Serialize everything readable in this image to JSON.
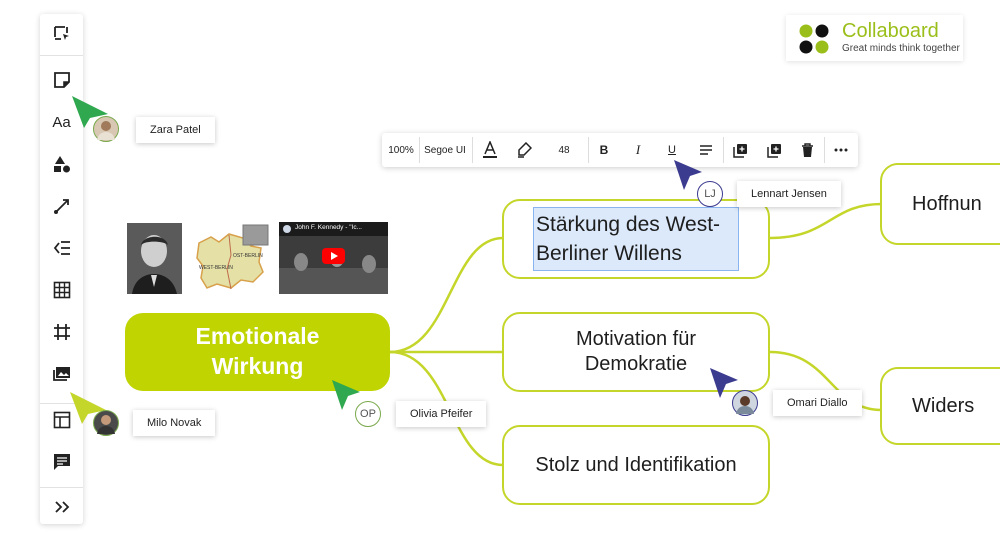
{
  "app": {
    "logo_title": "Collaboard",
    "logo_tagline": "Great minds think together",
    "accent": "#c5d62a",
    "central_fill": "#bfd400"
  },
  "sidebar": {
    "tools": [
      {
        "name": "select-tool",
        "icon": "select-icon"
      },
      {
        "name": "sticky-note-tool",
        "icon": "sticky-note-icon"
      },
      {
        "name": "text-tool",
        "icon": "text-icon",
        "label": "Aa"
      },
      {
        "name": "shapes-tool",
        "icon": "shapes-icon"
      },
      {
        "name": "connector-tool",
        "icon": "connector-icon"
      },
      {
        "name": "mindmap-tool",
        "icon": "mindmap-icon"
      },
      {
        "name": "table-tool",
        "icon": "table-icon"
      },
      {
        "name": "frame-tool",
        "icon": "frame-icon"
      },
      {
        "name": "media-tool",
        "icon": "images-icon"
      },
      {
        "name": "template-tool",
        "icon": "template-icon"
      },
      {
        "name": "chat-tool",
        "icon": "chat-icon"
      },
      {
        "name": "expand-tool",
        "icon": "expand-icon"
      }
    ]
  },
  "format_toolbar": {
    "zoom": "100%",
    "font": "Segoe UI",
    "font_size": "48",
    "bold": "B",
    "italic": "I",
    "underline": "U"
  },
  "mindmap": {
    "central": "Emotionale Wirkung",
    "nodes": [
      {
        "id": "n1",
        "text": "Stärkung des West-Berliner Willens",
        "selected": true
      },
      {
        "id": "n2",
        "text": "Motivation für Demokratie"
      },
      {
        "id": "n3",
        "text": "Stolz und Identifikation"
      },
      {
        "id": "n4",
        "text": "Hoffnun"
      },
      {
        "id": "n5",
        "text": "Widers"
      }
    ]
  },
  "media": {
    "map_labels": [
      "WEST-BERLIN",
      "OST-BERLIN"
    ],
    "video_title": "John F. Kennedy - \"Ic..."
  },
  "cursors": [
    {
      "name": "Zara Patel",
      "initials": ""
    },
    {
      "name": "Milo Novak",
      "initials": ""
    },
    {
      "name": "Olivia Pfeifer",
      "initials": "OP"
    },
    {
      "name": "Lennart Jensen",
      "initials": "LJ"
    },
    {
      "name": "Omari Diallo",
      "initials": ""
    }
  ]
}
